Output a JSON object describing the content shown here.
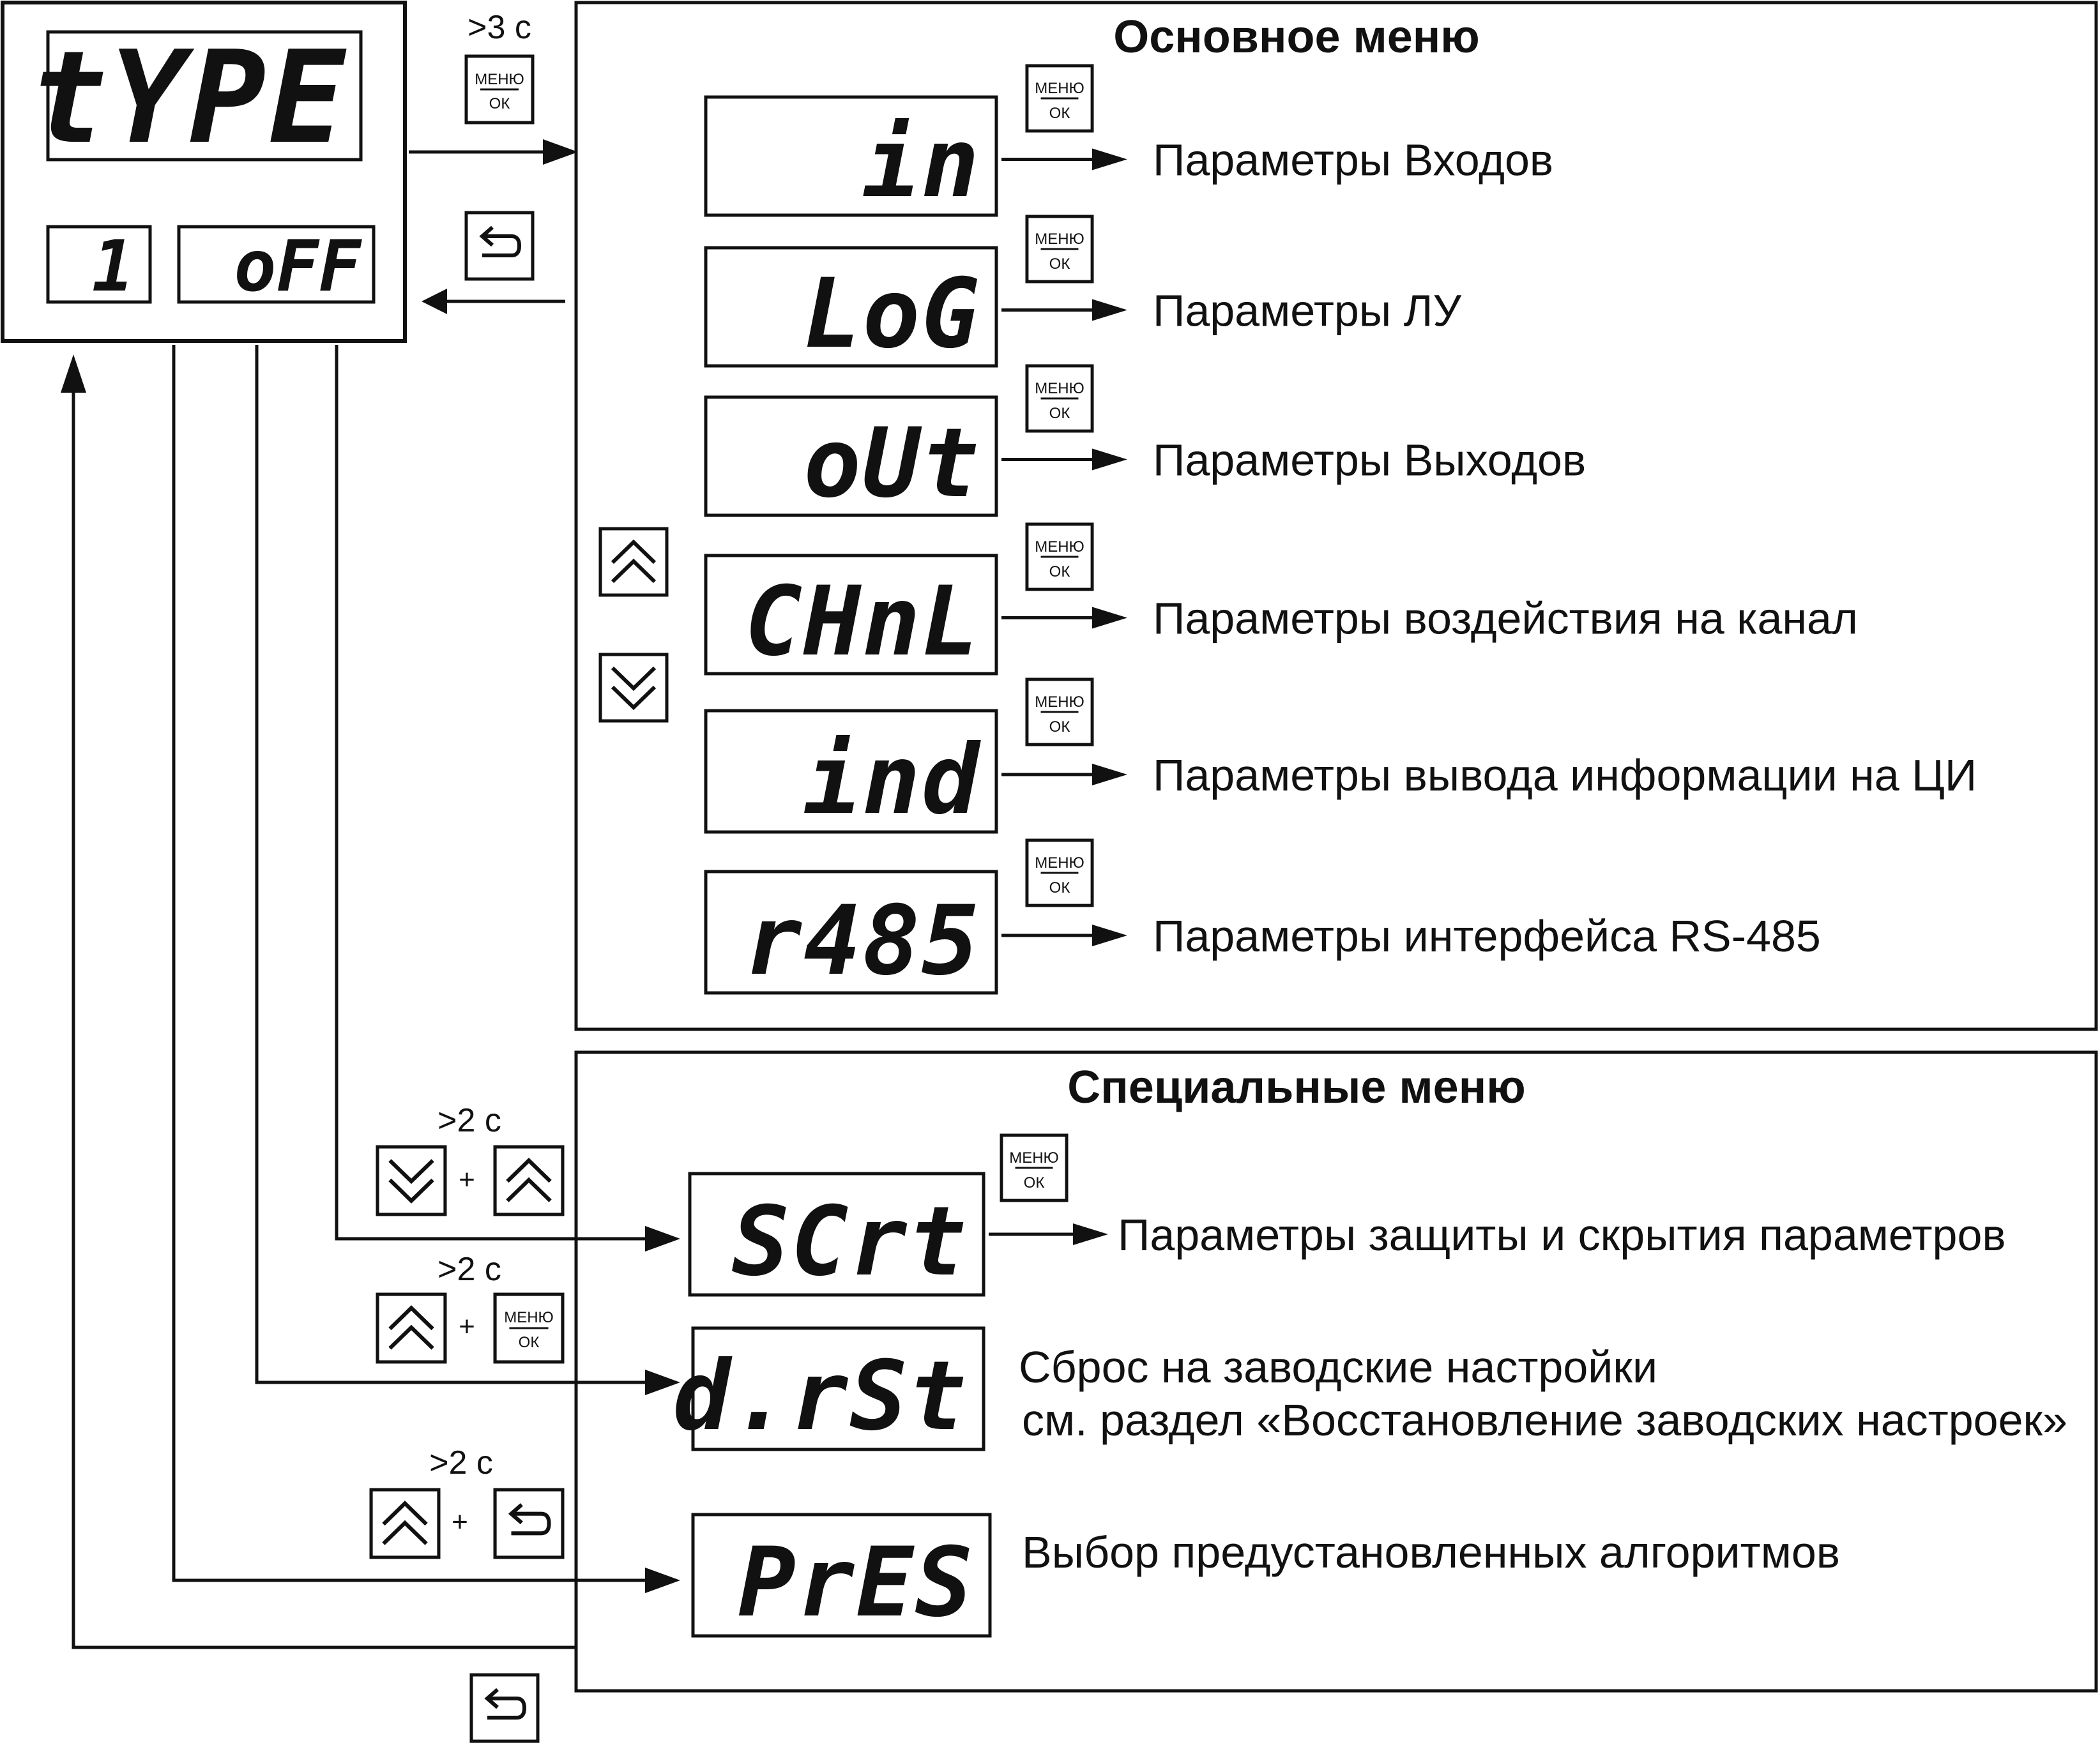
{
  "device": {
    "top_display": "tYPE",
    "bottom_left_display": "1",
    "bottom_right_display": "oFF"
  },
  "main_menu": {
    "title": "Основное меню",
    "enter_time": ">3 с",
    "items": [
      {
        "display": "in",
        "label": "Параметры Входов"
      },
      {
        "display": "LoG",
        "label": "Параметры ЛУ"
      },
      {
        "display": "oUt",
        "label": "Параметры Выходов"
      },
      {
        "display": "CHnL",
        "label": "Параметры воздействия на канал"
      },
      {
        "display": "ind",
        "label": "Параметры вывода информации на ЦИ"
      },
      {
        "display": "r485",
        "label": "Параметры интерфейса RS-485"
      }
    ]
  },
  "special_menu": {
    "title": "Специальные меню",
    "items": [
      {
        "display": "SCrt",
        "time": ">2 с",
        "label": "Параметры защиты и скрытия параметров",
        "note": ""
      },
      {
        "display": "d.rSt",
        "time": ">2 с",
        "label": "Сброс на заводские настройки",
        "note": "см. раздел «Восстановление заводских настроек»"
      },
      {
        "display": "PrES",
        "time": ">2 с",
        "label": "Выбор предустановленных алгоритмов",
        "note": ""
      }
    ]
  },
  "buttons": {
    "menu_top": "МЕНЮ",
    "menu_bottom": "ОК",
    "plus": "+"
  },
  "icons": [
    "menu-ok-button",
    "back-arrow-icon",
    "up-double-chevron-icon",
    "down-double-chevron-icon"
  ]
}
